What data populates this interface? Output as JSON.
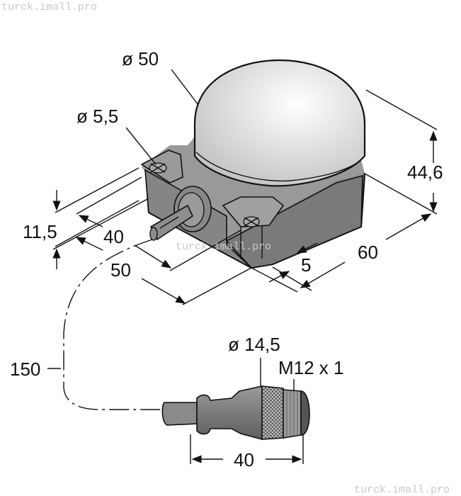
{
  "watermarks": {
    "top_left": "turck.imall.pro",
    "center": "turck.imall.pro",
    "bottom_right": "turck.imall.pro"
  },
  "dimensions": {
    "dome_diameter": "ø 50",
    "hole_diameter": "ø 5,5",
    "height": "44,6",
    "flange_height": "11,5",
    "hole_spacing": "40",
    "width": "50",
    "depth": "60",
    "edge_offset": "5",
    "cable_length": "150",
    "connector_diameter": "ø 14,5",
    "connector_thread": "M12 x 1",
    "connector_length": "40"
  },
  "colors": {
    "housing": "#8c8c8c",
    "housing_dark": "#6e6e6e",
    "dome": "#e6e6e6",
    "line": "#111111"
  }
}
